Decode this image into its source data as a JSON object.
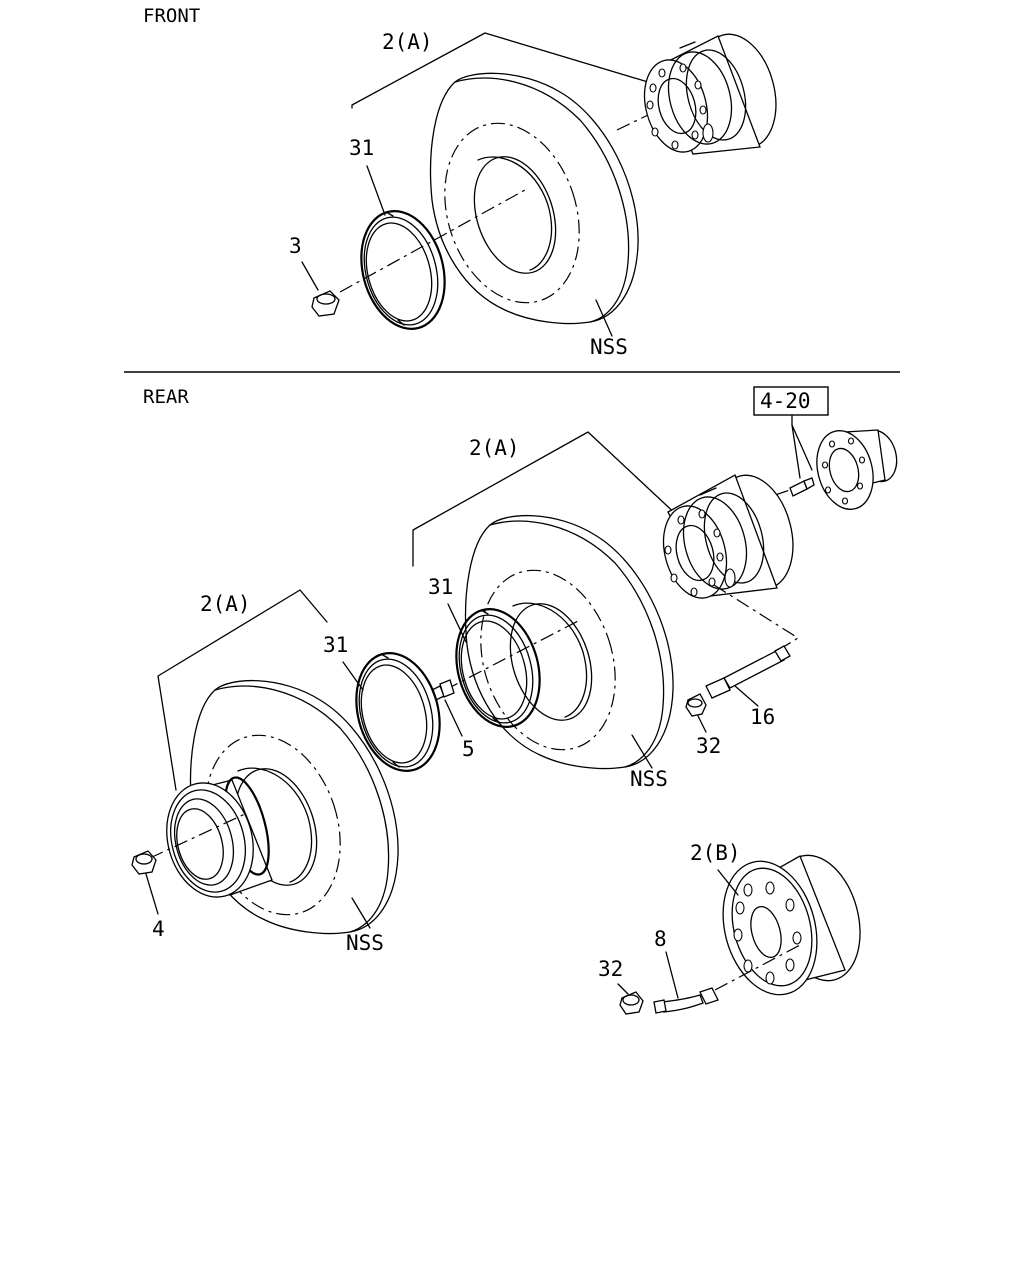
{
  "sections": {
    "front": "FRONT",
    "rear": "REAR"
  },
  "labels": {
    "front_assembly": "2(A)",
    "front_ring": "31",
    "front_nut": "3",
    "front_tire": "NSS",
    "rear_ref_box": "4-20",
    "rear_inner_assembly": "2(A)",
    "rear_outer_assembly": "2(A)",
    "rear_inner_ring": "31",
    "rear_outer_ring": "31",
    "rear_bolt": "5",
    "rear_stud": "16",
    "rear_stud_nut": "32",
    "rear_inner_tire": "NSS",
    "rear_outer_tire": "NSS",
    "rear_outer_nut": "4",
    "spare_wheel": "2(B)",
    "spare_adapter": "8",
    "spare_nut": "32"
  }
}
